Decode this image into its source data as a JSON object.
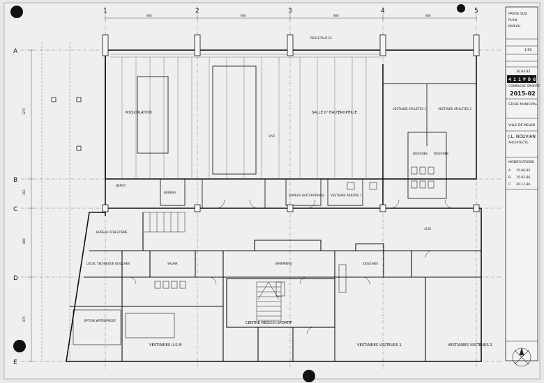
{
  "grid": {
    "columns": [
      "1",
      "2",
      "3",
      "4",
      "5"
    ],
    "rows": [
      "A",
      "B",
      "C",
      "D",
      "E"
    ]
  },
  "dimensions": {
    "top": [
      "900",
      "900",
      "900",
      "900"
    ],
    "left": [
      "1275",
      "262",
      "888",
      "870"
    ],
    "interior": [
      "1/50",
      "4130"
    ],
    "note": "REGLE PLUS 15"
  },
  "rooms": {
    "musculation": "MUSCULATION",
    "salle_halterophilie": "SALLE D' HALTEROPHILIE",
    "vestiaire_athletes_1": "VESTIAIRE ATHLETES 1",
    "vestiaire_athletes_2": "VESTIAIRE ATHLETES 2",
    "douches_1": "DOUCHES",
    "douches_2": "DOUCHES",
    "depot": "DEPOT",
    "bureau": "BUREAU",
    "bureau_halterophilie": "BUREAU HALTEROPHILIE",
    "vestiaire_arbitre": "VESTIAIRE ARBITRE 1",
    "bureau_athletisme": "BUREAU ATHLETISME",
    "local_technique": "LOCAL TECHNIQUE",
    "douches_main": "DOUCHES",
    "sauna": "SAUNA",
    "infirmerie": "INFIRMERIE",
    "douches_right": "DOUCHES",
    "option_waterproof": "OPTION WATERPROOF",
    "centre_medico": "CENTRE  MEDICO-SPORTIF",
    "vestiaires_usm": "VESTIAIRES  U.S.M",
    "vestiaires_visiteurs_1": "VESTIAIRES  VISITEURS 1",
    "vestiaires_visiteurs_2": "VESTIAIRES  VISITEURS 2"
  },
  "title_block": {
    "part": "PARTIE  SUD",
    "plan": "PLAN",
    "niveau": "NIVEAU",
    "scale": "1/50",
    "date": "30.04.85",
    "codes": [
      "4",
      "1",
      "1",
      "P",
      "D",
      "G"
    ],
    "job_number": "2015-02",
    "complex": "COMPLEXE SPORTIF",
    "project_line1": "STADE MUNICIPAL",
    "client": "VILLE DE MELUN",
    "architect": "J.L. NOUVIAN",
    "architect_sub": "ARCHITECTE",
    "modifications": "MODIFICATIONS",
    "revisions": [
      {
        "letter": "A",
        "date": "15.06.85"
      },
      {
        "letter": "B",
        "date": "15.02.86"
      },
      {
        "letter": "C",
        "date": "20.11.86"
      }
    ]
  }
}
